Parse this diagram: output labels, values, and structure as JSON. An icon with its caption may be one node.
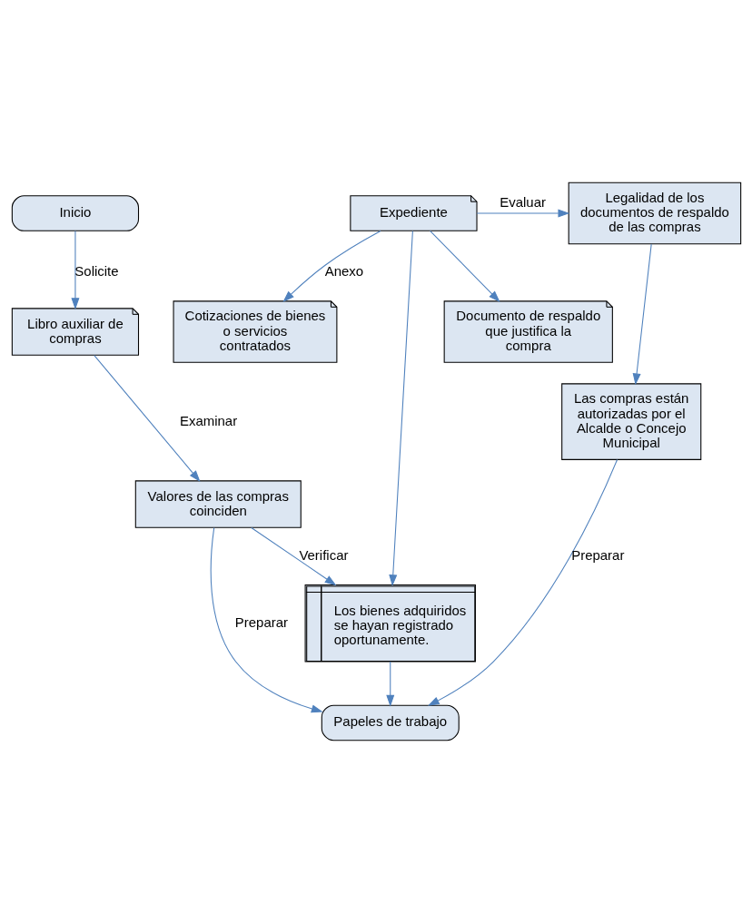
{
  "diagram": {
    "nodes": [
      {
        "text": [
          "Inicio"
        ]
      },
      {
        "text": [
          "Expediente"
        ]
      },
      {
        "text": [
          "Libro auxiliar de compras"
        ]
      },
      {
        "text": [
          "Legalidad de los documentos de respaldo de las compras"
        ]
      },
      {
        "text": [
          "Documento de respaldo que justifica la compra"
        ]
      },
      {
        "text": [
          "Valores de las compras coinciden"
        ]
      },
      {
        "text": [
          "Cotizaciones de bienes o servicios contratados"
        ]
      },
      {
        "text": [
          "Las compras están autorizadas por el Alcalde o Concejo Municipal"
        ]
      },
      {
        "text": [
          "Los bienes adquiridos se hayan registrado oportunamente."
        ]
      },
      {
        "text": [
          "Papeles de trabajo"
        ]
      }
    ],
    "edges": [
      {
        "from": 0,
        "to": 2,
        "arrow": "to",
        "label": "Solicite"
      },
      {
        "from": 1,
        "to": 3,
        "arrow": "to",
        "label": "Evaluar"
      },
      {
        "from": 1,
        "to": 8,
        "arrow": "to"
      },
      {
        "from": 1,
        "to": 4,
        "arrow": "to"
      },
      {
        "from": 1,
        "to": 6,
        "arrow": "to",
        "label": "Anexo"
      },
      {
        "from": 2,
        "to": 5,
        "arrow": "to",
        "label": "Examinar"
      },
      {
        "from": 3,
        "to": 7,
        "arrow": "to"
      },
      {
        "from": 5,
        "to": 8,
        "arrow": "to",
        "label": "Verificar"
      },
      {
        "from": 5,
        "to": 9,
        "arrow": "to",
        "label": "Preparar"
      },
      {
        "from": 8,
        "to": 9,
        "arrow": "to"
      },
      {
        "from": 7,
        "to": 9,
        "arrow": "to",
        "label": "Preparar"
      }
    ]
  }
}
